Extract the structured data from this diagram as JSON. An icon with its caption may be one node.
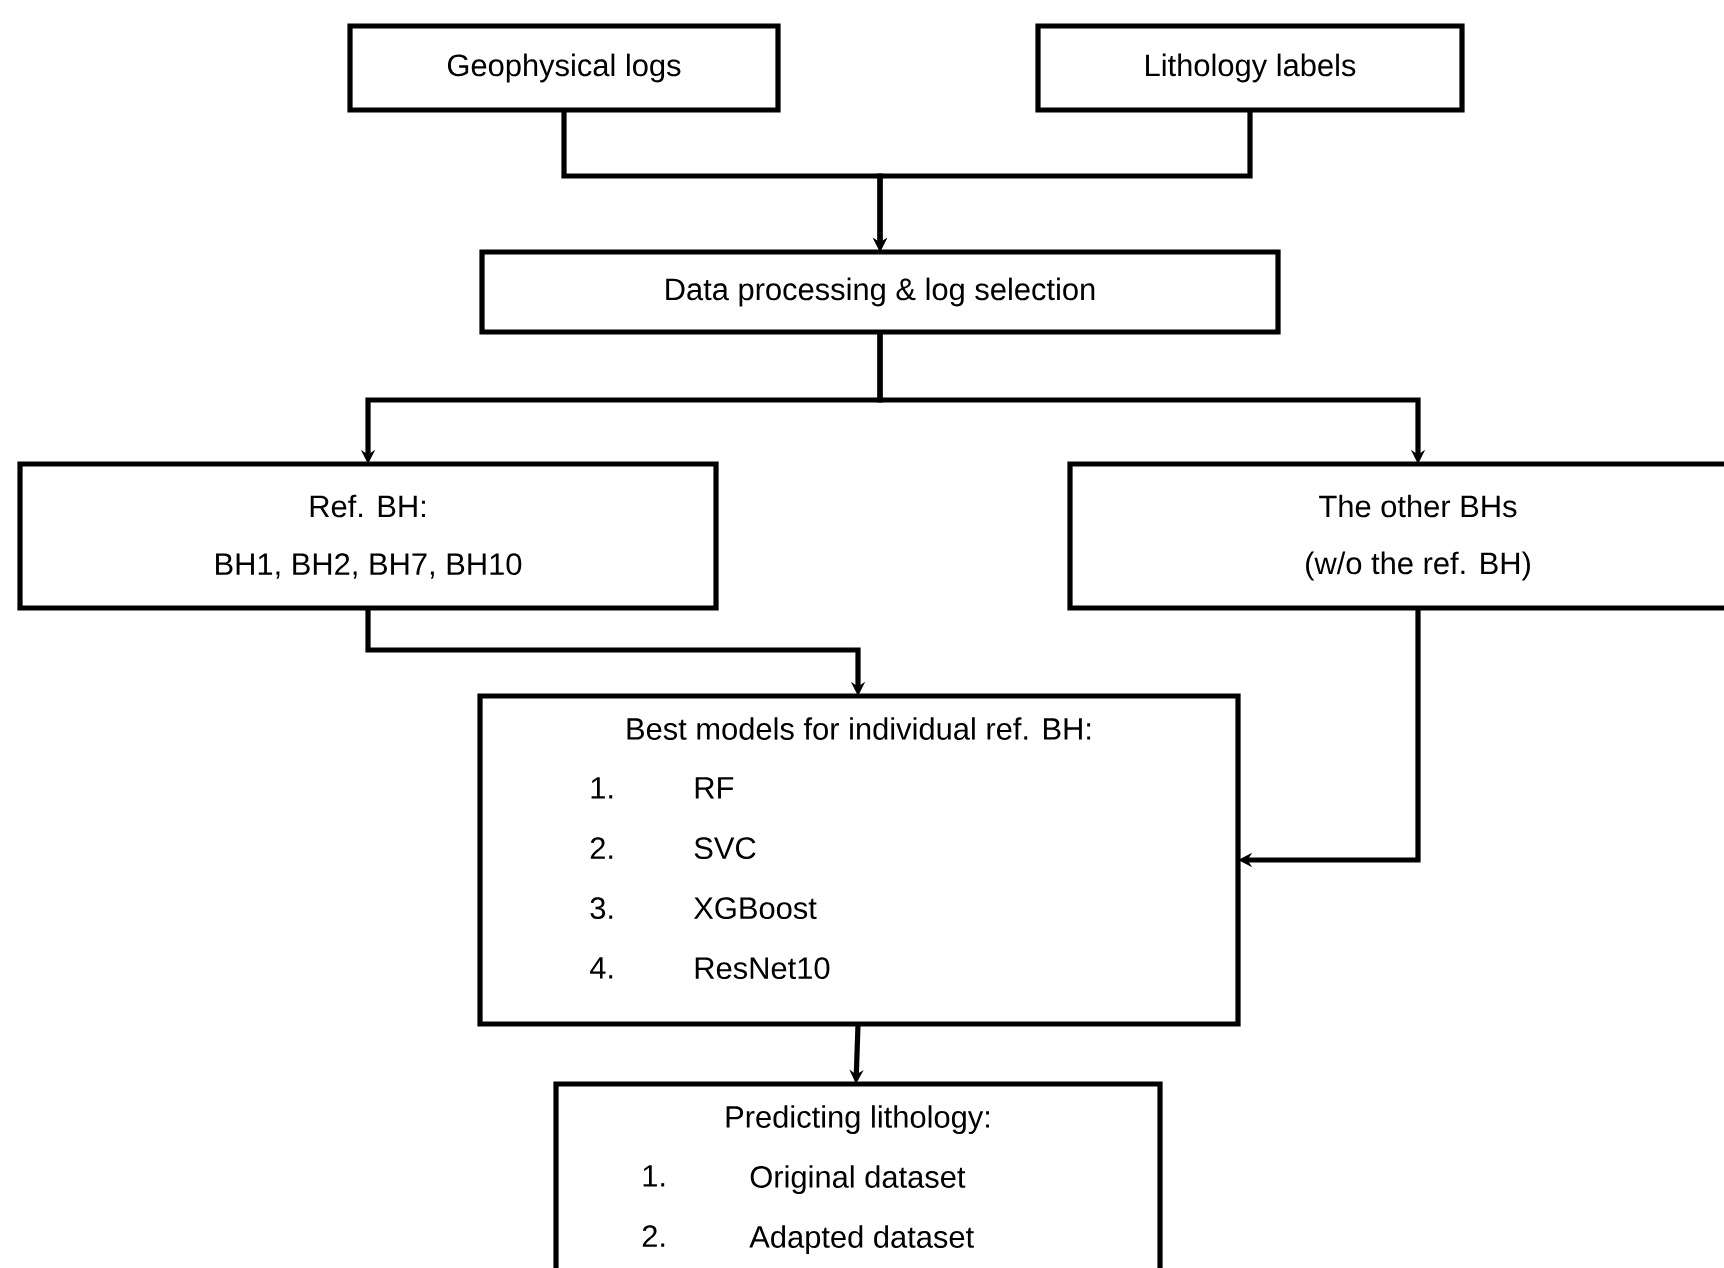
{
  "diagram": {
    "nodes": [
      {
        "text": [
          "Geophysical logs"
        ]
      },
      {
        "text": [
          "Lithology labels"
        ]
      },
      {
        "text": [
          "Data processing & log selection"
        ]
      },
      {
        "text": [
          "Ref. BH:",
          "BH1, BH2, BH7, BH10"
        ]
      },
      {
        "text": [
          "The other BHs",
          "(w/o the ref. BH)"
        ]
      },
      {
        "text": [
          "Best models for individual ref. BH:",
          "1.",
          "RF",
          "2.",
          "SVC",
          "3.",
          "XGBoost",
          "4.",
          "ResNet10"
        ]
      },
      {
        "text": [
          "Predicting lithology:",
          "1.",
          "Original dataset",
          "2.",
          "Adapted dataset"
        ]
      }
    ],
    "edges": [
      {
        "from": 0,
        "to": 2,
        "arrow": "to"
      },
      {
        "from": 1,
        "to": 2,
        "arrow": "to"
      },
      {
        "from": 2,
        "to": 3,
        "arrow": "to"
      },
      {
        "from": 2,
        "to": 4,
        "arrow": "to"
      },
      {
        "from": 3,
        "to": 5,
        "arrow": "to"
      },
      {
        "from": 4,
        "to": 5,
        "arrow": "to"
      },
      {
        "from": 5,
        "to": 6,
        "arrow": "to"
      }
    ]
  }
}
